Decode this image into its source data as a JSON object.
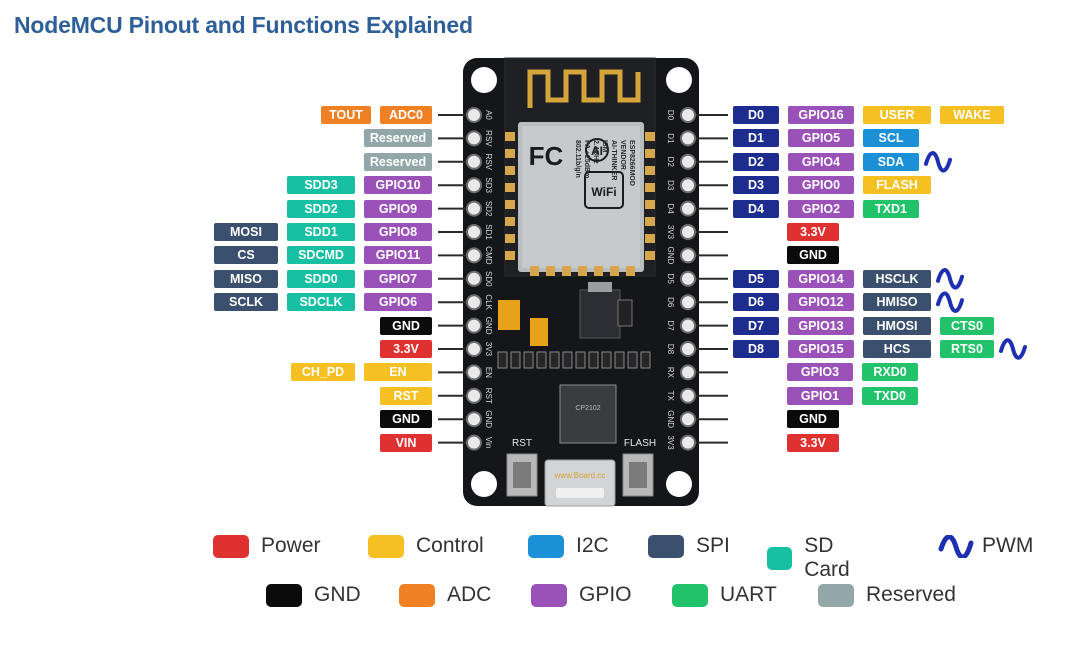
{
  "title": "NodeMCU Pinout and Functions Explained",
  "colors": {
    "Power": "#e03131",
    "Control": "#f5c022",
    "I2C": "#1c90d6",
    "SPI": "#3b506e",
    "SDCard": "#17bfa3",
    "PWM": "#1f2fb2",
    "GND": "#0b0b0b",
    "ADC": "#ef8024",
    "GPIO": "#9b52b8",
    "UART": "#21c26a",
    "Reserved": "#93a7a9",
    "D": "#1d2d8f"
  },
  "left_pins": [
    {
      "silk": "A0",
      "labels": [
        {
          "t": "TOUT",
          "c": "ADC"
        },
        {
          "t": "ADC0",
          "c": "ADC"
        }
      ]
    },
    {
      "silk": "RSV",
      "labels": [
        {
          "t": "Reserved",
          "c": "Reserved"
        }
      ]
    },
    {
      "silk": "RSV",
      "labels": [
        {
          "t": "Reserved",
          "c": "Reserved"
        }
      ]
    },
    {
      "silk": "SD3",
      "labels": [
        {
          "t": "SDD3",
          "c": "SDCard"
        },
        {
          "t": "GPIO10",
          "c": "GPIO"
        }
      ]
    },
    {
      "silk": "SD2",
      "labels": [
        {
          "t": "SDD2",
          "c": "SDCard"
        },
        {
          "t": "GPIO9",
          "c": "GPIO"
        }
      ]
    },
    {
      "silk": "SD1",
      "labels": [
        {
          "t": "MOSI",
          "c": "SPI"
        },
        {
          "t": "SDD1",
          "c": "SDCard"
        },
        {
          "t": "GPIO8",
          "c": "GPIO"
        }
      ]
    },
    {
      "silk": "CMD",
      "labels": [
        {
          "t": "CS",
          "c": "SPI"
        },
        {
          "t": "SDCMD",
          "c": "SDCard"
        },
        {
          "t": "GPIO11",
          "c": "GPIO"
        }
      ]
    },
    {
      "silk": "SD0",
      "labels": [
        {
          "t": "MISO",
          "c": "SPI"
        },
        {
          "t": "SDD0",
          "c": "SDCard"
        },
        {
          "t": "GPIO7",
          "c": "GPIO"
        }
      ]
    },
    {
      "silk": "CLK",
      "labels": [
        {
          "t": "SCLK",
          "c": "SPI"
        },
        {
          "t": "SDCLK",
          "c": "SDCard"
        },
        {
          "t": "GPIO6",
          "c": "GPIO"
        }
      ]
    },
    {
      "silk": "GND",
      "labels": [
        {
          "t": "GND",
          "c": "GND"
        }
      ]
    },
    {
      "silk": "3V3",
      "labels": [
        {
          "t": "3.3V",
          "c": "Power"
        }
      ]
    },
    {
      "silk": "EN",
      "labels": [
        {
          "t": "CH_PD",
          "c": "Control"
        },
        {
          "t": "EN",
          "c": "Control"
        }
      ]
    },
    {
      "silk": "RST",
      "labels": [
        {
          "t": "RST",
          "c": "Control"
        }
      ]
    },
    {
      "silk": "GND",
      "labels": [
        {
          "t": "GND",
          "c": "GND"
        }
      ]
    },
    {
      "silk": "Vin",
      "labels": [
        {
          "t": "VIN",
          "c": "Power"
        }
      ]
    }
  ],
  "right_pins": [
    {
      "silk": "D0",
      "labels": [
        {
          "t": "D0",
          "c": "D"
        },
        {
          "t": "GPIO16",
          "c": "GPIO"
        },
        {
          "t": "USER",
          "c": "Control"
        },
        {
          "t": "WAKE",
          "c": "Control"
        }
      ],
      "pwm": false
    },
    {
      "silk": "D1",
      "labels": [
        {
          "t": "D1",
          "c": "D"
        },
        {
          "t": "GPIO5",
          "c": "GPIO"
        },
        {
          "t": "SCL",
          "c": "I2C"
        }
      ],
      "pwm": false
    },
    {
      "silk": "D2",
      "labels": [
        {
          "t": "D2",
          "c": "D"
        },
        {
          "t": "GPIO4",
          "c": "GPIO"
        },
        {
          "t": "SDA",
          "c": "I2C"
        }
      ],
      "pwm": true
    },
    {
      "silk": "D3",
      "labels": [
        {
          "t": "D3",
          "c": "D"
        },
        {
          "t": "GPIO0",
          "c": "GPIO"
        },
        {
          "t": "FLASH",
          "c": "Control"
        }
      ],
      "pwm": false
    },
    {
      "silk": "D4",
      "labels": [
        {
          "t": "D4",
          "c": "D"
        },
        {
          "t": "GPIO2",
          "c": "GPIO"
        },
        {
          "t": "TXD1",
          "c": "UART"
        }
      ],
      "pwm": false
    },
    {
      "silk": "3V3",
      "labels": [
        {
          "t": "3.3V",
          "c": "Power"
        }
      ],
      "pwm": false
    },
    {
      "silk": "GND",
      "labels": [
        {
          "t": "GND",
          "c": "GND"
        }
      ],
      "pwm": false
    },
    {
      "silk": "D5",
      "labels": [
        {
          "t": "D5",
          "c": "D"
        },
        {
          "t": "GPIO14",
          "c": "GPIO"
        },
        {
          "t": "HSCLK",
          "c": "SPI"
        }
      ],
      "pwm": true
    },
    {
      "silk": "D6",
      "labels": [
        {
          "t": "D6",
          "c": "D"
        },
        {
          "t": "GPIO12",
          "c": "GPIO"
        },
        {
          "t": "HMISO",
          "c": "SPI"
        }
      ],
      "pwm": true
    },
    {
      "silk": "D7",
      "labels": [
        {
          "t": "D7",
          "c": "D"
        },
        {
          "t": "GPIO13",
          "c": "GPIO"
        },
        {
          "t": "HMOSI",
          "c": "SPI"
        },
        {
          "t": "CTS0",
          "c": "UART"
        }
      ],
      "pwm": false
    },
    {
      "silk": "D8",
      "labels": [
        {
          "t": "D8",
          "c": "D"
        },
        {
          "t": "GPIO15",
          "c": "GPIO"
        },
        {
          "t": "HCS",
          "c": "SPI"
        },
        {
          "t": "RTS0",
          "c": "UART"
        }
      ],
      "pwm": true
    },
    {
      "silk": "RX",
      "labels": [
        {
          "t": "GPIO3",
          "c": "GPIO"
        },
        {
          "t": "RXD0",
          "c": "UART"
        }
      ],
      "pwm": false
    },
    {
      "silk": "TX",
      "labels": [
        {
          "t": "GPIO1",
          "c": "GPIO"
        },
        {
          "t": "TXD0",
          "c": "UART"
        }
      ],
      "pwm": false
    },
    {
      "silk": "GND",
      "labels": [
        {
          "t": "GND",
          "c": "GND"
        }
      ],
      "pwm": false
    },
    {
      "silk": "3V3",
      "labels": [
        {
          "t": "3.3V",
          "c": "Power"
        }
      ],
      "pwm": false
    }
  ],
  "board": {
    "module_text": [
      "ESP8266MOD",
      "VENDOR",
      "AI-THINKER",
      "ISM",
      "2.4GHz",
      "PA +25dBm",
      "802.11b/g/n"
    ],
    "fc_mark": "FC",
    "ai_mark": "AI",
    "wifi_mark": "WiFi",
    "rst_label": "RST",
    "flash_label": "FLASH",
    "usb_text": "www.Board.cc"
  },
  "legend": [
    {
      "label": "Power",
      "c": "Power"
    },
    {
      "label": "Control",
      "c": "Control"
    },
    {
      "label": "I2C",
      "c": "I2C"
    },
    {
      "label": "SPI",
      "c": "SPI"
    },
    {
      "label": "SD Card",
      "c": "SDCard"
    },
    {
      "label": "PWM",
      "c": "PWM",
      "pwm": true
    },
    {
      "label": "GND",
      "c": "GND"
    },
    {
      "label": "ADC",
      "c": "ADC"
    },
    {
      "label": "GPIO",
      "c": "GPIO"
    },
    {
      "label": "UART",
      "c": "UART"
    },
    {
      "label": "Reserved",
      "c": "Reserved"
    }
  ]
}
